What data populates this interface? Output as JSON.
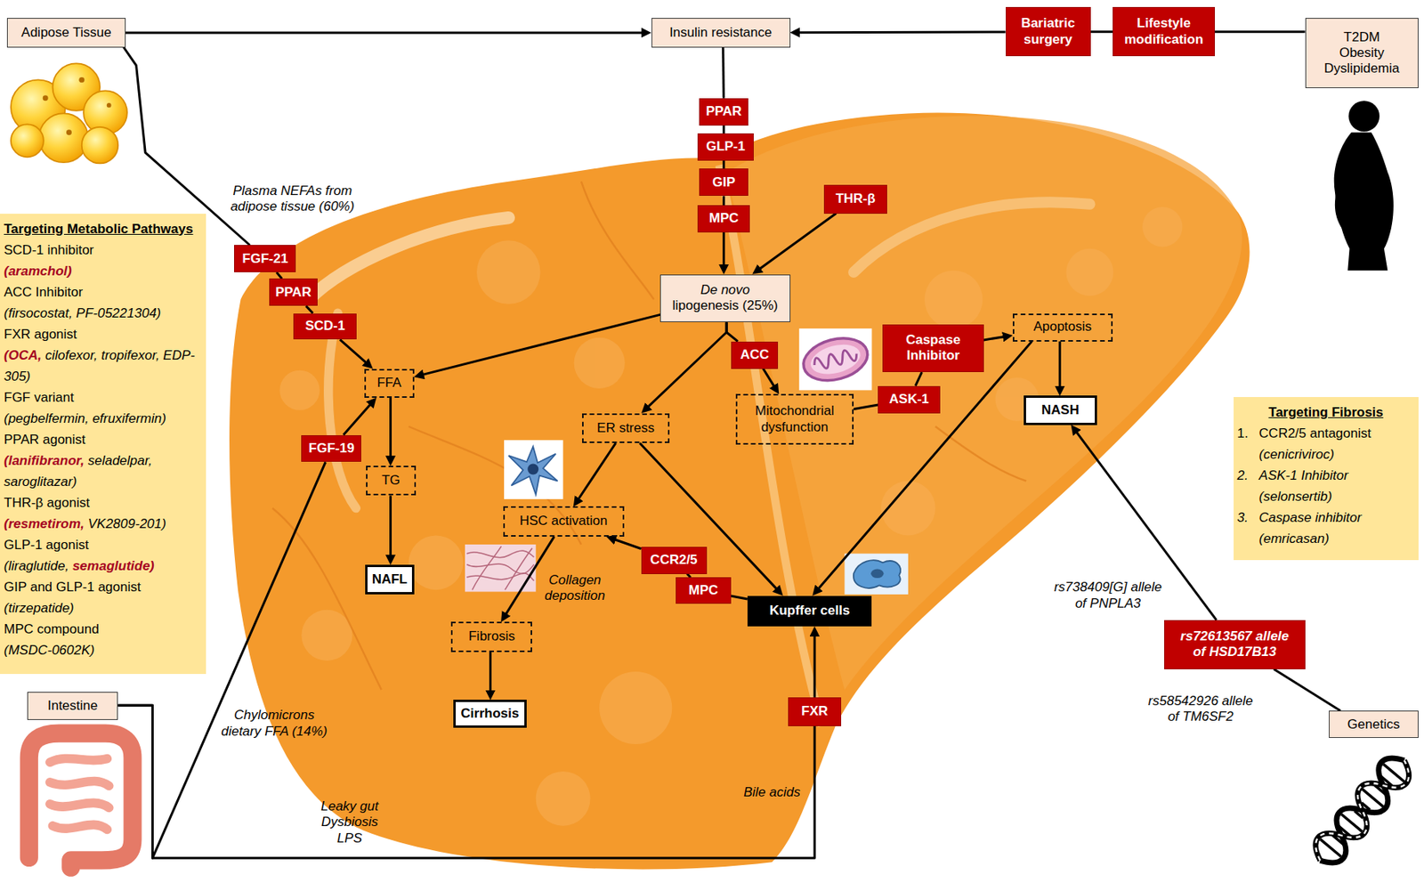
{
  "diagram": {
    "nodes": [
      {
        "text": [
          "Adipose Tissue"
        ]
      },
      {
        "text": [
          "Insulin resistance"
        ]
      },
      {
        "text": [
          "Bariatric surgery"
        ]
      },
      {
        "text": [
          "Lifestyle modification"
        ]
      },
      {
        "text": [
          "T2DM Obesity Dyslipidemia"
        ]
      },
      {
        "text": [
          "Targeting Metabolic Pathways",
          "SCD-1 inhibitor",
          "(aramchol)",
          "ACC Inhibitor",
          "(firsocostat, PF-05221304)",
          "FXR agonist",
          "(OCA,",
          "cilofexor, tropifexor, EDP-305)",
          "FGF variant",
          "(pegbelfermin, efruxifermin)",
          "PPAR agonist",
          "(lanifibranor,",
          "seladelpar, saroglitazar)",
          "THR-β agonist",
          "(resmetirom,",
          "VK2809-201)",
          "GLP-1 agonist",
          "(liraglutide,",
          "semaglutide)",
          "GIP and GLP-1 agonist",
          "(tirzepatide)",
          "MPC compound",
          "(MSDC-0602K)"
        ]
      },
      {
        "text": [
          "Targeting Fibrosis",
          "1.",
          "CCR2/5 antagonist",
          "(cenicriviroc)",
          "2.",
          "ASK-1 Inhibitor",
          "(selonsertib)",
          "3.",
          "Caspase inhibitor",
          "(emricasan)"
        ]
      },
      {
        "text": [
          "Intestine"
        ]
      },
      {
        "text": [
          "Genetics"
        ]
      },
      {
        "text": [
          "FGF-21"
        ]
      },
      {
        "text": [
          "PPAR"
        ]
      },
      {
        "text": [
          "SCD-1"
        ]
      },
      {
        "text": [
          "PPAR"
        ]
      },
      {
        "text": [
          "GLP-1"
        ]
      },
      {
        "text": [
          "GIP"
        ]
      },
      {
        "text": [
          "MPC"
        ]
      },
      {
        "text": [
          "THR-β"
        ]
      },
      {
        "text": [
          "De novo",
          "lipogenesis (25%)"
        ]
      },
      {
        "text": [
          "FFA"
        ]
      },
      {
        "text": [
          "ACC"
        ]
      },
      {
        "text": [
          "Caspase Inhibitor"
        ]
      },
      {
        "text": [
          "Apoptosis"
        ]
      },
      {
        "text": [
          "Mitochondrial dysfunction"
        ]
      },
      {
        "text": [
          "ASK-1"
        ]
      },
      {
        "text": [
          "NASH"
        ]
      },
      {
        "text": [
          "FGF-19"
        ]
      },
      {
        "text": [
          "ER stress"
        ]
      },
      {
        "text": [
          "TG"
        ]
      },
      {
        "text": [
          "HSC activation"
        ]
      },
      {
        "text": [
          "NAFL"
        ]
      },
      {
        "text": [
          "CCR2/5"
        ]
      },
      {
        "text": [
          "MPC"
        ]
      },
      {
        "text": [
          "Kupffer cells"
        ]
      },
      {
        "text": [
          "Fibrosis"
        ]
      },
      {
        "text": [
          "Cirrhosis"
        ]
      },
      {
        "text": [
          "FXR"
        ]
      },
      {
        "text": [
          "rs72613567 allele of HSD17B13"
        ]
      }
    ],
    "edges": [
      {
        "from": 0,
        "to": 1,
        "arrow": "to"
      },
      {
        "from": 4,
        "to": 3,
        "arrow": "none"
      },
      {
        "from": 3,
        "to": 2,
        "arrow": "none"
      },
      {
        "from": 2,
        "to": 1,
        "arrow": "to"
      },
      {
        "from": 1,
        "to": 12,
        "arrow": "none"
      },
      {
        "from": 12,
        "to": 13,
        "arrow": "none"
      },
      {
        "from": 13,
        "to": 14,
        "arrow": "none"
      },
      {
        "from": 14,
        "to": 15,
        "arrow": "none"
      },
      {
        "from": 15,
        "to": 17,
        "arrow": "to"
      },
      {
        "from": 16,
        "to": 17,
        "arrow": "to"
      },
      {
        "from": 0,
        "to": 9,
        "arrow": "none"
      },
      {
        "from": 9,
        "to": 10,
        "arrow": "none"
      },
      {
        "from": 10,
        "to": 11,
        "arrow": "none"
      },
      {
        "from": 11,
        "to": 18,
        "arrow": "to"
      },
      {
        "from": 17,
        "to": 18,
        "arrow": "to"
      },
      {
        "from": 17,
        "to": 26,
        "arrow": "to"
      },
      {
        "from": 17,
        "to": 19,
        "arrow": "none"
      },
      {
        "from": 19,
        "to": 22,
        "arrow": "to"
      },
      {
        "from": 22,
        "to": 23,
        "arrow": "none"
      },
      {
        "from": 23,
        "to": 20,
        "arrow": "none"
      },
      {
        "from": 20,
        "to": 21,
        "arrow": "to"
      },
      {
        "from": 21,
        "to": 24,
        "arrow": "to"
      },
      {
        "from": 21,
        "to": 32,
        "arrow": "to"
      },
      {
        "from": 26,
        "to": 28,
        "arrow": "to"
      },
      {
        "from": 26,
        "to": 32,
        "arrow": "to"
      },
      {
        "from": 32,
        "to": 31,
        "arrow": "none"
      },
      {
        "from": 31,
        "to": 30,
        "arrow": "none"
      },
      {
        "from": 30,
        "to": 28,
        "arrow": "to"
      },
      {
        "from": 28,
        "to": 33,
        "arrow": "to"
      },
      {
        "from": 33,
        "to": 34,
        "arrow": "to"
      },
      {
        "from": 18,
        "to": 27,
        "arrow": "to"
      },
      {
        "from": 27,
        "to": 29,
        "arrow": "to"
      },
      {
        "from": 7,
        "to": 25,
        "arrow": "none"
      },
      {
        "from": 25,
        "to": 18,
        "arrow": "to"
      },
      {
        "from": 7,
        "to": 35,
        "arrow": "none"
      },
      {
        "from": 35,
        "to": 32,
        "arrow": "to"
      },
      {
        "from": 8,
        "to": 36,
        "arrow": "none"
      },
      {
        "from": 36,
        "to": 24,
        "arrow": "to"
      }
    ],
    "labels": [
      "Plasma NEFAs from adipose tissue (60%)",
      "Collagen deposition",
      "rs738409[G] allele of PNPLA3",
      "rs58542926 allele of TM6SF2",
      "Chylomicrons dietary FFA (14%)",
      "Bile acids",
      "Leaky gut Dysbiosis LPS"
    ]
  }
}
